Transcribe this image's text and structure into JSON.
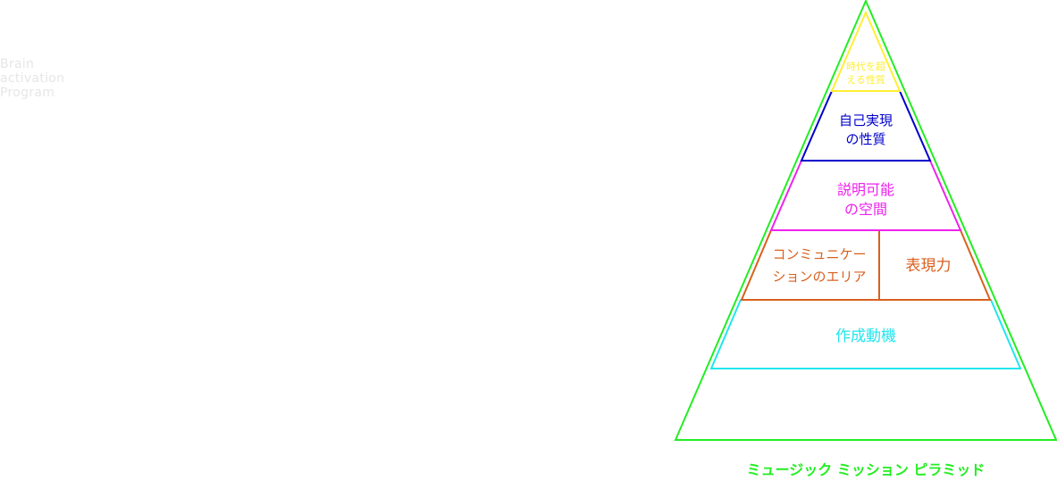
{
  "brand": {
    "lines": [
      "Brain",
      "activation",
      "Program"
    ]
  },
  "pyramid": {
    "title": "ミュージック ミッション ピラミッド",
    "levels": {
      "top": [
        "時代を超",
        "える性質"
      ],
      "self": [
        "自己実現",
        "の性質"
      ],
      "explain": [
        "説明可能",
        "の空間"
      ],
      "comm": [
        "コンミュニケー",
        "ションのエリア"
      ],
      "expression": "表現力",
      "motivation": "作成動機"
    }
  },
  "colors": {
    "outer": "#22ee22",
    "top": "#ffee33",
    "self": "#0000cc",
    "explain": "#ee22ee",
    "comm": "#d9601e",
    "motivation": "#22e5ee"
  }
}
